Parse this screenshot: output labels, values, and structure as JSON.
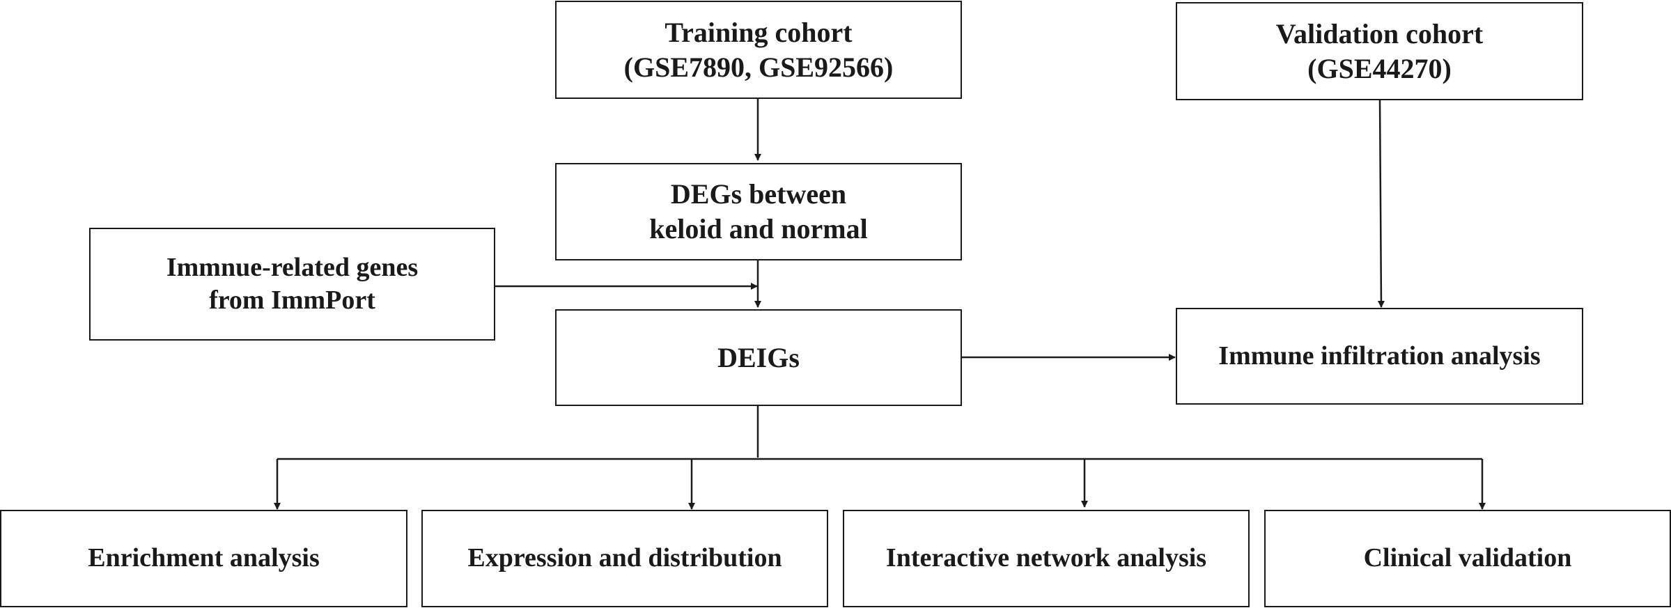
{
  "nodes": {
    "training": {
      "line1": "Training cohort",
      "line2": "(GSE7890, GSE92566)"
    },
    "validation": {
      "line1": "Validation cohort",
      "line2": "(GSE44270)"
    },
    "degs": {
      "line1": "DEGs between",
      "line2": "keloid and normal"
    },
    "immune_genes": {
      "line1": "Immnue-related genes",
      "line2": "from ImmPort"
    },
    "deigs": {
      "label": "DEIGs"
    },
    "infiltration": {
      "label": "Immune infiltration analysis"
    },
    "enrichment": {
      "label": "Enrichment analysis"
    },
    "expression": {
      "label": "Expression and distribution"
    },
    "network": {
      "label": "Interactive network analysis"
    },
    "clinical": {
      "label": "Clinical validation"
    }
  },
  "colors": {
    "stroke": "#1a1a1a",
    "background": "#ffffff"
  }
}
